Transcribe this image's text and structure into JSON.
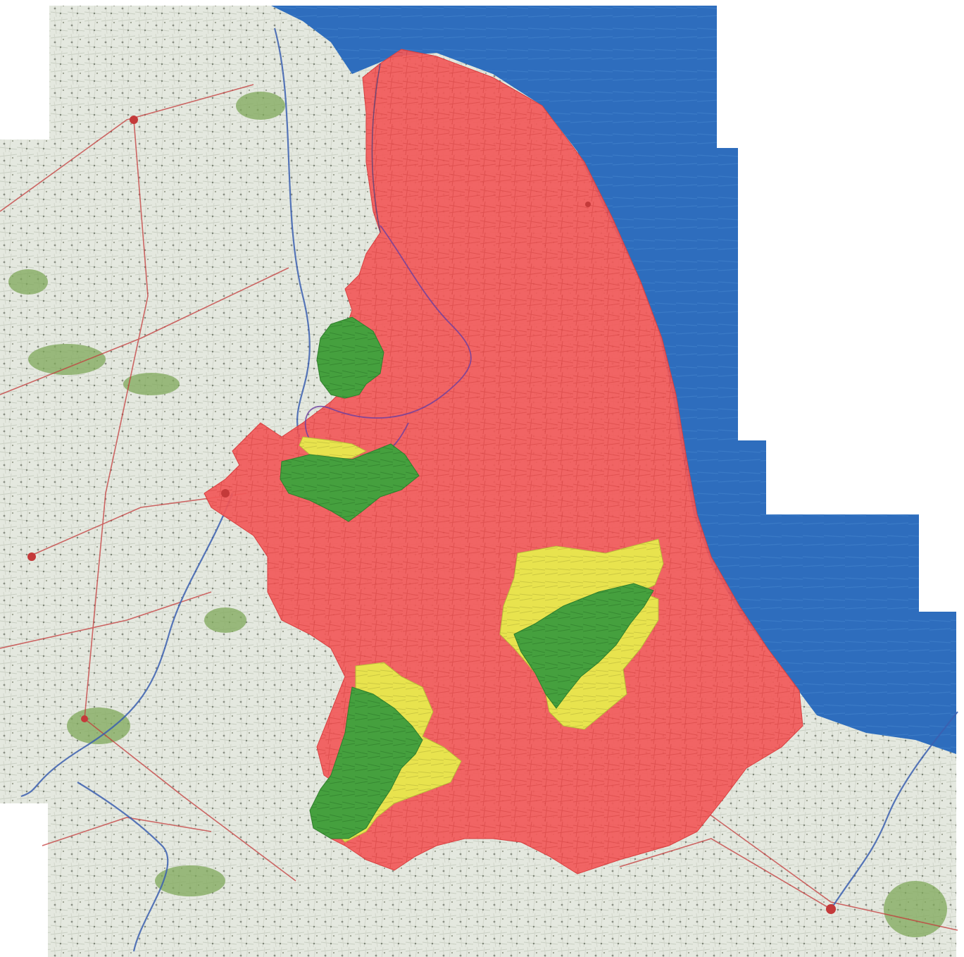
{
  "map": {
    "labels": [],
    "colors": {
      "background_blank": "#ffffff",
      "sea": "#2f6fbf",
      "land_base": "#dfe4da",
      "land_texture_green": "#7fa85a",
      "roads": "#c43a3a",
      "rivers": "#3b5fb0",
      "zone_red": "#f25555",
      "zone_green": "#3f9a3a",
      "zone_yellow": "#e6e24a",
      "border_dark": "#3a3a7a"
    },
    "zones": [
      {
        "id": "main-red-zone",
        "category": "red"
      },
      {
        "id": "green-zone-north",
        "category": "green"
      },
      {
        "id": "green-zone-middle",
        "category": "green"
      },
      {
        "id": "yellow-zone-middle",
        "category": "yellow"
      },
      {
        "id": "yellow-zone-east",
        "category": "yellow"
      },
      {
        "id": "green-zone-east",
        "category": "green"
      },
      {
        "id": "yellow-zone-southwest",
        "category": "yellow"
      },
      {
        "id": "green-zone-southwest",
        "category": "green"
      }
    ]
  }
}
